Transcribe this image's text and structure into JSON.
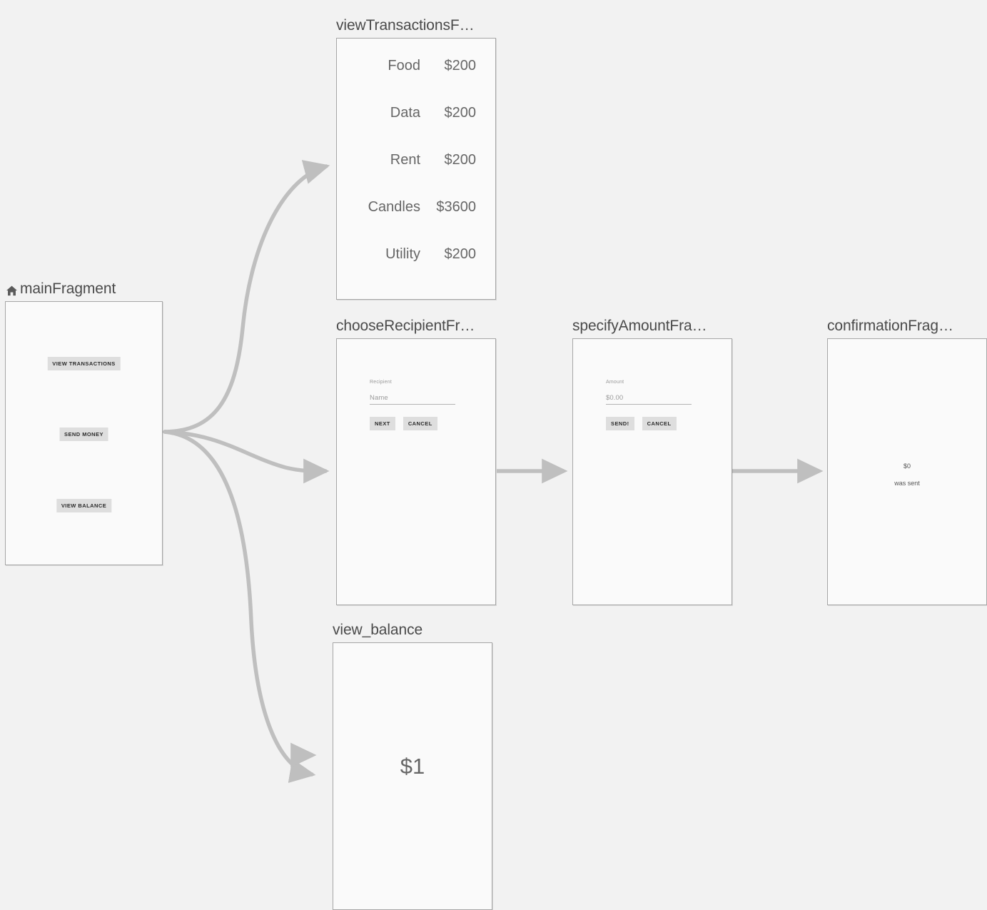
{
  "canvas": {
    "background_color": "#f2f2f2",
    "edge_color": "#bfbfbf",
    "node_border_color": "#a6a6a6",
    "node_fill_color": "#fafafa"
  },
  "nodes": {
    "main": {
      "title": "mainFragment",
      "start_icon": "home-icon",
      "buttons": [
        {
          "label": "VIEW TRANSACTIONS"
        },
        {
          "label": "SEND MONEY"
        },
        {
          "label": "VIEW BALANCE"
        }
      ]
    },
    "view_transactions": {
      "title": "viewTransactionsF…",
      "transactions": [
        {
          "name": "Food",
          "amount": "$200"
        },
        {
          "name": "Data",
          "amount": "$200"
        },
        {
          "name": "Rent",
          "amount": "$200"
        },
        {
          "name": "Candles",
          "amount": "$3600"
        },
        {
          "name": "Utility",
          "amount": "$200"
        }
      ]
    },
    "choose_recipient": {
      "title": "chooseRecipientFr…",
      "field_label": "Recipient",
      "field_placeholder": "Name",
      "primary_button": "NEXT",
      "secondary_button": "CANCEL"
    },
    "specify_amount": {
      "title": "specifyAmountFra…",
      "field_label": "Amount",
      "field_placeholder": "$0.00",
      "primary_button": "SEND!",
      "secondary_button": "CANCEL"
    },
    "confirmation": {
      "title": "confirmationFrag…",
      "amount": "$0",
      "message": "was sent"
    },
    "view_balance": {
      "title": "view_balance",
      "balance": "$1"
    }
  }
}
